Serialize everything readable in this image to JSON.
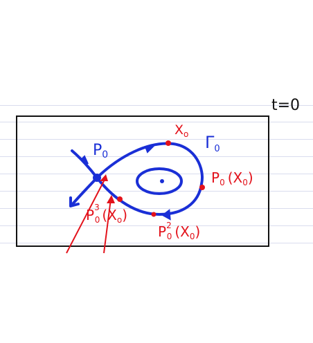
{
  "time_label": "t=0",
  "labels": {
    "p0": "P",
    "p0_sub": "0",
    "gamma0": "Γ",
    "gamma0_sub": "0",
    "x0": "X",
    "x0_sub": "o",
    "p0x0": "P",
    "p0x0_sub": "0",
    "p0x0_arg": "(X",
    "p0x0_arg_sub": "0",
    "p0x0_close": ")",
    "p02x0": "P",
    "p02x0_sub": "0",
    "p02x0_sup": "2",
    "p02x0_arg": "(X",
    "p02x0_arg_sub": "0",
    "p02x0_close": ")",
    "p03x0": "P",
    "p03x0_sub": "0",
    "p03x0_sup": "3",
    "p03x0_arg": "(X",
    "p03x0_arg_sub": "o",
    "p03x0_close": ")"
  },
  "colors": {
    "ink_blue": "#1a2fd6",
    "ink_red": "#e3121b",
    "frame": "#111111",
    "ruling": "#d9dcee"
  }
}
